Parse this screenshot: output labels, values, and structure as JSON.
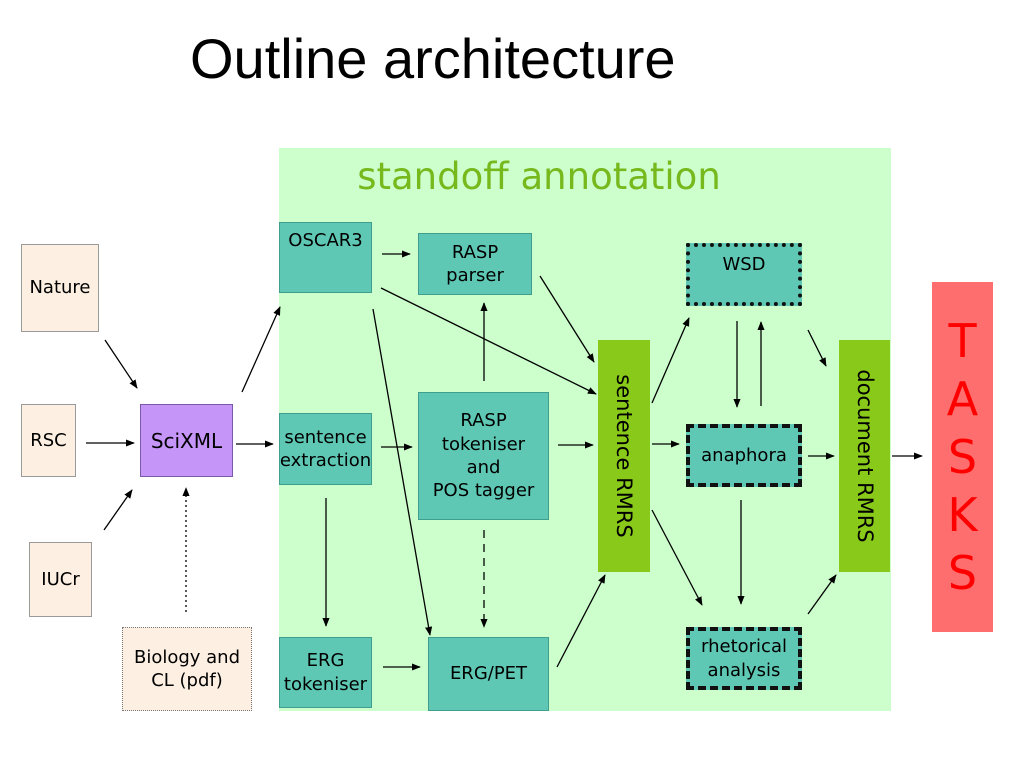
{
  "title": "Outline architecture",
  "region_label": "standoff annotation",
  "sources": {
    "nature": "Nature",
    "rsc": "RSC",
    "iucr": "IUCr",
    "biology": "Biology and\nCL (pdf)"
  },
  "nodes": {
    "scixml": "SciXML",
    "oscar3": "OSCAR3",
    "sentence_extraction": "sentence\nextraction",
    "erg_tokeniser": "ERG\ntokeniser",
    "rasp_parser": "RASP\nparser",
    "rasp_tokeniser": "RASP\ntokeniser\nand\nPOS tagger",
    "erg_pet": "ERG/PET",
    "sentence_rmrs": "sentence RMRS",
    "wsd": "WSD",
    "anaphora": "anaphora",
    "rhetorical": "rhetorical\nanalysis",
    "document_rmrs": "document RMRS"
  },
  "tasks": [
    "T",
    "A",
    "S",
    "K",
    "S"
  ],
  "colors": {
    "region_bg": "#ccffcc",
    "region_label": "#77b81d",
    "source_bg": "#fdf0e2",
    "teal": "#5fc8b4",
    "purple": "#c695f8",
    "green_bar": "#88c91a",
    "tasks_bg": "#ff6e6e",
    "tasks_text": "#ff0000"
  }
}
